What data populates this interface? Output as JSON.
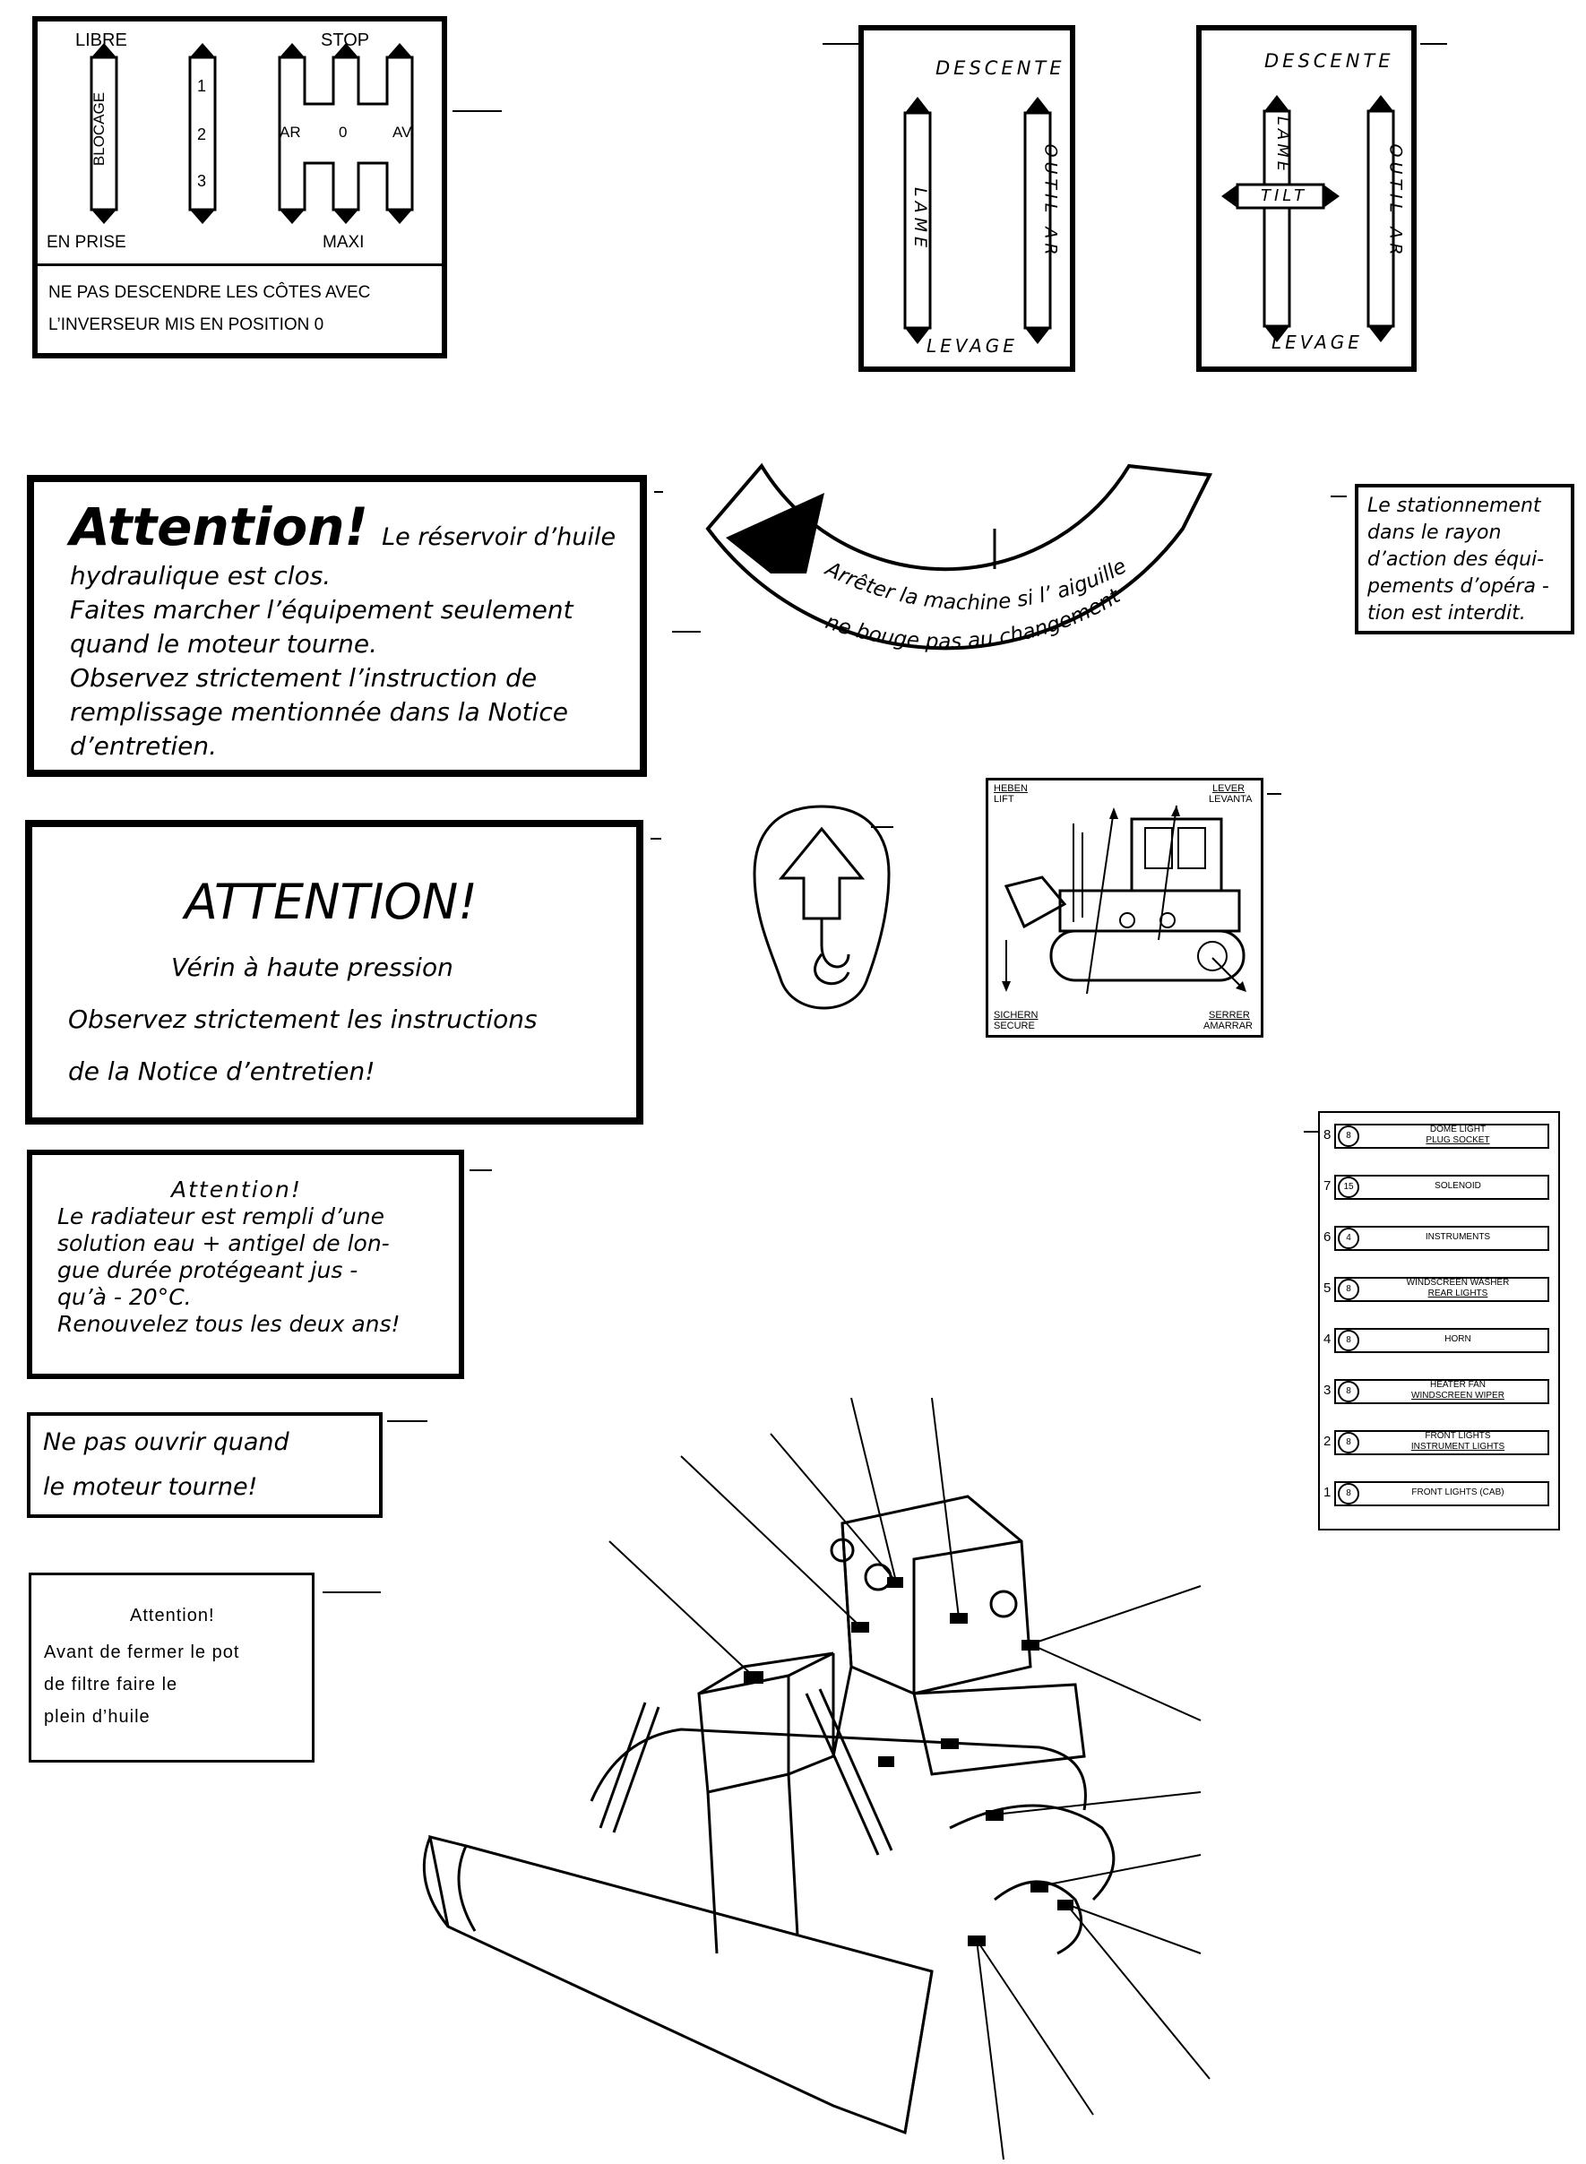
{
  "gear_panel": {
    "libre": "LIBRE",
    "blocage": "BLOCAGE",
    "en_prise": "EN PRISE",
    "g1": "1",
    "g2": "2",
    "g3": "3",
    "stop": "STOP",
    "ar": "AR",
    "zero": "0",
    "av": "AV",
    "maxi": "MAXI",
    "note_line1": "NE PAS DESCENDRE LES CÔTES AVEC",
    "note_line2": "L’INVERSEUR MIS EN POSITION   0"
  },
  "lever_panel_1": {
    "descente": "DESCENTE",
    "lame": "LAME",
    "outil_ar": "OUTIL AR",
    "levage": "LEVAGE"
  },
  "lever_panel_2": {
    "descente": "DESCENTE",
    "lame": "LAME",
    "tilt": "TILT",
    "outil_ar": "OUTIL AR",
    "levage": "LEVAGE"
  },
  "hydraulic_warning": {
    "title": "Attention!",
    "title_rest": "Le réservoir d’huile",
    "lines": [
      "hydraulique est clos.",
      "Faites marcher l’équipement seulement",
      "quand le moteur tourne.",
      "Observez strictement l’instruction de",
      "remplissage mentionnée dans la Notice",
      "d’entretien."
    ]
  },
  "gauge_label": {
    "line1": "Arrêter la machine si l’ aiguille",
    "line2": "ne bouge pas au changement"
  },
  "parking_warning": {
    "lines": [
      "Le stationnement",
      "dans le rayon",
      "d’action des équi-",
      "pements d’opéra -",
      "tion est interdit."
    ]
  },
  "cylinder_warning": {
    "title": "ATTENTION!",
    "lines": [
      "Vérin à haute pression",
      "Observez strictement les instructions",
      "de la Notice d’entretien!"
    ]
  },
  "lift_label": {
    "heben": "HEBEN",
    "lift": "LIFT",
    "lever": "LEVER",
    "levanta": "LEVANTA",
    "sichern": "SICHERN",
    "secure": "SECURE",
    "serrer": "SERRER",
    "amarrar": "AMARRAR"
  },
  "radiator_warning": {
    "title": "Attention!",
    "lines": [
      "Le radiateur est rempli d’une",
      "solution eau + antigel de lon-",
      "gue durée protégeant jus -",
      "qu’à - 20°C.",
      "Renouvelez tous les deux ans!"
    ]
  },
  "open_warning": {
    "lines": [
      "Ne pas ouvrir  quand",
      "le moteur tourne!"
    ]
  },
  "filter_warning": {
    "title": "Attention!",
    "lines": [
      "Avant de fermer le pot",
      "de filtre faire le",
      "plein d’huile"
    ]
  },
  "fuse_panel": {
    "rows": [
      {
        "num": "8",
        "fuse": "8",
        "label1": "DOME LIGHT",
        "label2": "PLUG SOCKET"
      },
      {
        "num": "7",
        "fuse": "15",
        "label1": "SOLENOID",
        "label2": ""
      },
      {
        "num": "6",
        "fuse": "4",
        "label1": "INSTRUMENTS",
        "label2": ""
      },
      {
        "num": "5",
        "fuse": "8",
        "label1": "WINDSCREEN WASHER",
        "label2": "REAR LIGHTS"
      },
      {
        "num": "4",
        "fuse": "8",
        "label1": "HORN",
        "label2": ""
      },
      {
        "num": "3",
        "fuse": "8",
        "label1": "HEATER FAN",
        "label2": "WINDSCREEN WIPER"
      },
      {
        "num": "2",
        "fuse": "8",
        "label1": "FRONT LIGHTS",
        "label2": "INSTRUMENT LIGHTS"
      },
      {
        "num": "1",
        "fuse": "8",
        "label1": "FRONT LIGHTS (CAB)",
        "label2": ""
      }
    ]
  }
}
